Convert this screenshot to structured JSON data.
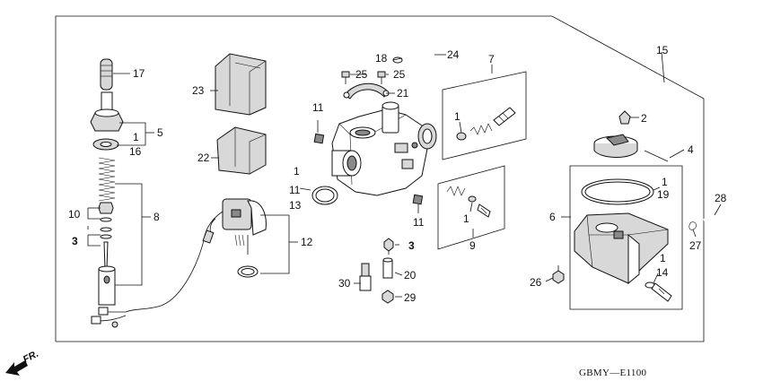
{
  "diagram": {
    "drawing_code": "GBMY—E1100",
    "direction_label": "FR.",
    "callouts": {
      "c1a": "1",
      "c1b": "1",
      "c1c": "1",
      "c1d": "1",
      "c1e": "1",
      "c1f": "1",
      "c2": "2",
      "c3a": "3",
      "c3b": "3",
      "c4": "4",
      "c5": "5",
      "c6": "6",
      "c7": "7",
      "c8": "8",
      "c9": "9",
      "c10": "10",
      "c11a": "11",
      "c11b": "11",
      "c11c": "11",
      "c12": "12",
      "c13": "13",
      "c14": "14",
      "c15": "15",
      "c16": "16",
      "c17": "17",
      "c18": "18",
      "c19": "19",
      "c20": "20",
      "c21": "21",
      "c22": "22",
      "c23": "23",
      "c24": "24",
      "c25a": "25",
      "c25b": "25",
      "c26": "26",
      "c27": "27",
      "c28": "28",
      "c29": "29",
      "c30": "30"
    }
  }
}
